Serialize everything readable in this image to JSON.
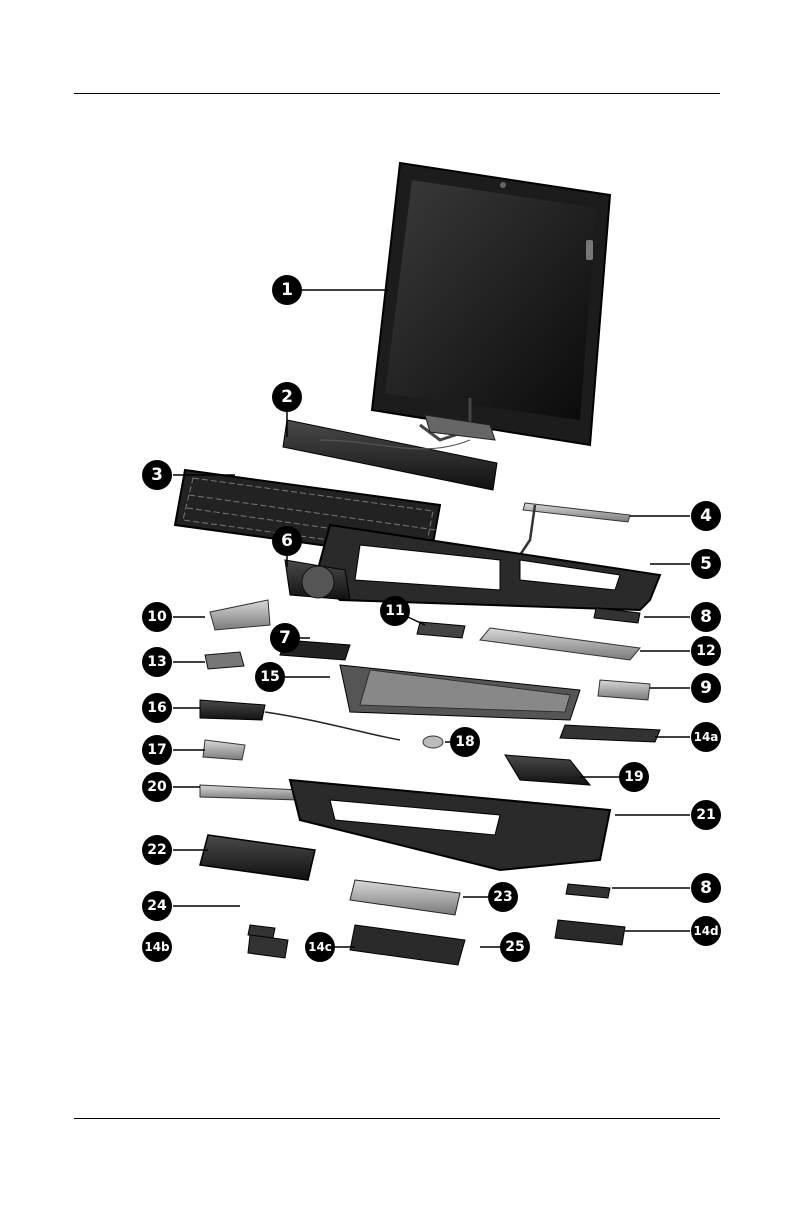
{
  "callouts": [
    {
      "id": "1",
      "label": "1"
    },
    {
      "id": "2",
      "label": "2"
    },
    {
      "id": "3",
      "label": "3"
    },
    {
      "id": "4",
      "label": "4"
    },
    {
      "id": "5",
      "label": "5"
    },
    {
      "id": "6",
      "label": "6"
    },
    {
      "id": "7",
      "label": "7"
    },
    {
      "id": "8a",
      "label": "8"
    },
    {
      "id": "9",
      "label": "9"
    },
    {
      "id": "10",
      "label": "10"
    },
    {
      "id": "11",
      "label": "11"
    },
    {
      "id": "12",
      "label": "12"
    },
    {
      "id": "13",
      "label": "13"
    },
    {
      "id": "14a",
      "label": "14a"
    },
    {
      "id": "15",
      "label": "15"
    },
    {
      "id": "16",
      "label": "16"
    },
    {
      "id": "17",
      "label": "17"
    },
    {
      "id": "18",
      "label": "18"
    },
    {
      "id": "19",
      "label": "19"
    },
    {
      "id": "20",
      "label": "20"
    },
    {
      "id": "21",
      "label": "21"
    },
    {
      "id": "22",
      "label": "22"
    },
    {
      "id": "23",
      "label": "23"
    },
    {
      "id": "8b",
      "label": "8"
    },
    {
      "id": "24",
      "label": "24"
    },
    {
      "id": "14b",
      "label": "14b"
    },
    {
      "id": "14c",
      "label": "14c"
    },
    {
      "id": "25",
      "label": "25"
    },
    {
      "id": "14d",
      "label": "14d"
    }
  ],
  "colors": {
    "ink": "#000000",
    "part_dark": "#1c1c1c",
    "part_mid": "#555555",
    "part_light": "#a9a9a9",
    "screen": "#111111"
  }
}
